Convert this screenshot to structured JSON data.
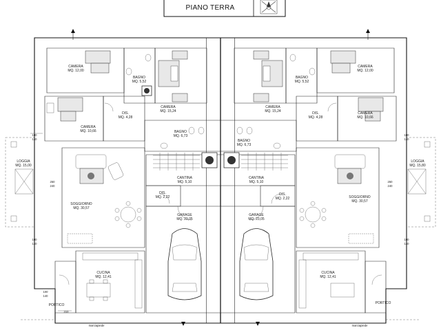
{
  "title": "PIANO TERRA",
  "rooms": {
    "camera_a_left": {
      "name": "CAMERA",
      "area": "MQ. 12,00"
    },
    "camera_b_left": {
      "name": "CAMERA",
      "area": "MQ. 10,66"
    },
    "bagno_small_left": {
      "name": "BAGNO",
      "area": "MQ. 5,52"
    },
    "camera_master_left": {
      "name": "CAMERA",
      "area": "MQ. 15,24"
    },
    "dis_upper_left": {
      "name": "DIS.",
      "area": "MQ. 4,28"
    },
    "bagno_left": {
      "name": "BAGNO",
      "area": "MQ. 6,73"
    },
    "loggia_left": {
      "name": "LOGGIA",
      "area": "MQ. 15,00"
    },
    "soggiorno_left": {
      "name": "SOGGIORNO",
      "area": "MQ. 30,57"
    },
    "cantina_left": {
      "name": "CANTINA",
      "area": "MQ. 5,10"
    },
    "dis_lower_left": {
      "name": "DIS.",
      "area": "MQ. 2,22"
    },
    "garage_left": {
      "name": "GARAGE",
      "area": "MQ. 23,05"
    },
    "cucina_left": {
      "name": "CUCINA",
      "area": "MQ. 12,41"
    },
    "portico_left": {
      "name": "PORTICO"
    },
    "camera_a_right": {
      "name": "CAMERA",
      "area": "MQ. 12,00"
    },
    "camera_b_right": {
      "name": "CAMERA",
      "area": "MQ. 10,66"
    },
    "bagno_small_right": {
      "name": "BAGNO",
      "area": "MQ. 5,52"
    },
    "camera_master_right": {
      "name": "CAMERA",
      "area": "MQ. 15,24"
    },
    "dis_upper_right": {
      "name": "DIS.",
      "area": "MQ. 4,28"
    },
    "bagno_right": {
      "name": "BAGNO",
      "area": "MQ. 6,73"
    },
    "loggia_right": {
      "name": "LOGGIA",
      "area": "MQ. 15,80"
    },
    "soggiorno_right": {
      "name": "SOGGIORNO",
      "area": "MQ. 30,57"
    },
    "cantina_right": {
      "name": "CANTINA",
      "area": "MQ. 5,10"
    },
    "dis_lower_right": {
      "name": "DIS.",
      "area": "MQ. 2,22"
    },
    "garage_right": {
      "name": "GARAGE",
      "area": "MQ. 23,05"
    },
    "cucina_right": {
      "name": "CUCINA",
      "area": "MQ. 12,41"
    },
    "portico_right": {
      "name": "PORTICO"
    }
  },
  "dimensions": {
    "left_upper_1": "100",
    "left_upper_2": "140",
    "left_mid_1": "250",
    "left_mid_2": "240",
    "left_low_1": "100",
    "left_low_2": "140",
    "left_portico_1": "100",
    "left_portico_2": "140",
    "right_upper_1": "100",
    "right_upper_2": "140",
    "right_mid_1": "250",
    "right_mid_2": "240",
    "right_low_1": "100",
    "right_low_2": "140",
    "bottom_left": "310",
    "marciapiede_left": "marciapiede",
    "marciapiede_right": "marciapiede"
  }
}
